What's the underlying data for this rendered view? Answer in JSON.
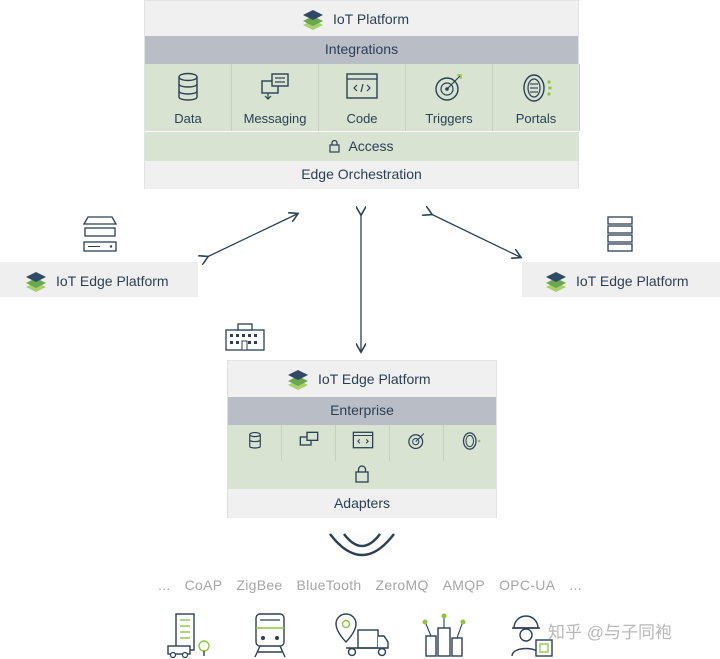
{
  "top_platform": {
    "title": "IoT Platform",
    "integrations": "Integrations",
    "modules": [
      {
        "label": "Data",
        "icon": "database-icon"
      },
      {
        "label": "Messaging",
        "icon": "messaging-icon"
      },
      {
        "label": "Code",
        "icon": "code-icon"
      },
      {
        "label": "Triggers",
        "icon": "target-icon"
      },
      {
        "label": "Portals",
        "icon": "portal-icon"
      }
    ],
    "access": "Access",
    "footer": "Edge Orchestration"
  },
  "left_edge": {
    "title": "IoT Edge Platform",
    "icon": "stacked-servers-icon"
  },
  "right_edge": {
    "title": "IoT Edge Platform",
    "icon": "server-rack-icon"
  },
  "edge_platform": {
    "icon": "building-icon",
    "title": "IoT Edge Platform",
    "enterprise": "Enterprise",
    "modules": [
      "database-icon",
      "messaging-icon",
      "code-icon",
      "target-icon",
      "portal-icon"
    ],
    "adapters": "Adapters"
  },
  "protocols": [
    "...",
    "CoAP",
    "ZigBee",
    "BlueTooth",
    "ZeroMQ",
    "AMQP",
    "OPC-UA",
    "..."
  ],
  "devices": [
    "factory-icon",
    "train-icon",
    "delivery-truck-icon",
    "smart-city-icon",
    "engineer-icon"
  ],
  "watermark": "知乎 @与子同袍",
  "colors": {
    "accent": "#2b3f55",
    "green_band": "#d9e3d1",
    "grey_band": "#b9bec6",
    "layer_green": "#8cc63f"
  }
}
